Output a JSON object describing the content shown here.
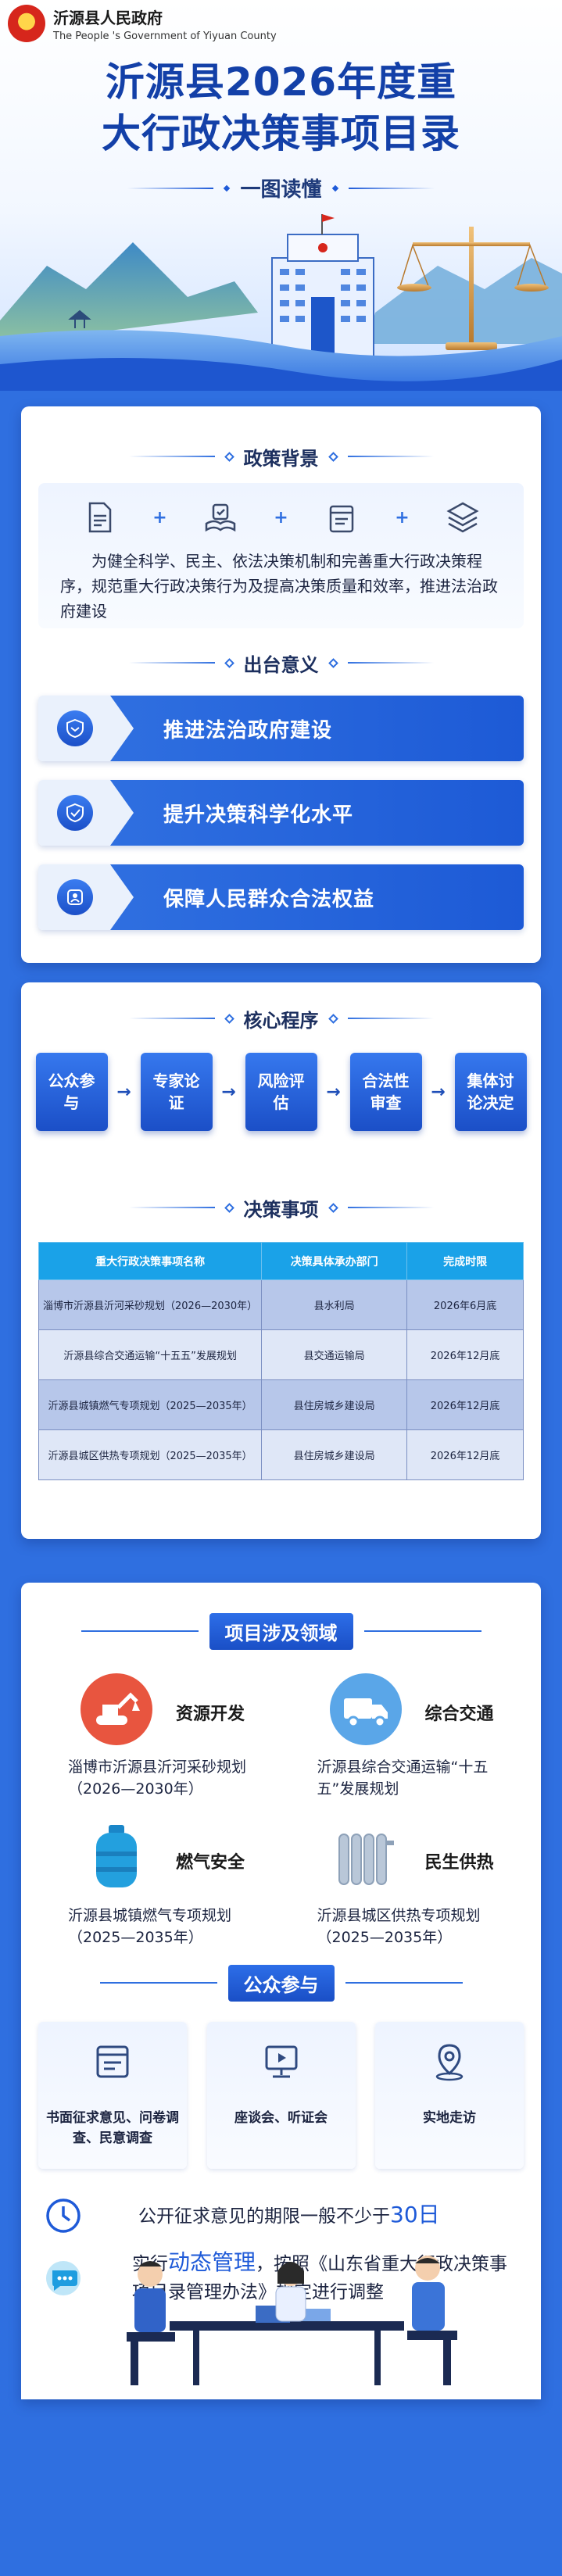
{
  "header": {
    "gov_name": "沂源县人民政府",
    "gov_en": "The People 's Government of Yiyuan County"
  },
  "hero": {
    "title_line1": "沂源县2026年度重",
    "title_line2": "大行政决策事项目录",
    "subtitle": "一图读懂"
  },
  "policy": {
    "title": "政策背景",
    "icons": [
      "document-icon",
      "book-icon",
      "clipboard-icon",
      "layers-icon"
    ],
    "text": "为健全科学、民主、依法决策机制和完善重大行政决策程序，规范重大行政决策行为及提高决策质量和效率，推进法治政府建设"
  },
  "significance": {
    "title": "出台意义",
    "items": [
      {
        "label": "推进法治政府建设",
        "icon": "shield-icon"
      },
      {
        "label": "提升决策科学化水平",
        "icon": "shield-check-icon"
      },
      {
        "label": "保障人民群众合法权益",
        "icon": "badge-icon"
      }
    ]
  },
  "procedure": {
    "title": "核心程序",
    "steps": [
      "公众参与",
      "专家论证",
      "风险评估",
      "合法性审查",
      "集体讨论决定"
    ]
  },
  "decisions": {
    "title": "决策事项",
    "headers": [
      "重大行政决策事项名称",
      "决策具体承办部门",
      "完成时限"
    ],
    "rows": [
      [
        "淄博市沂源县沂河采砂规划（2026—2030年）",
        "县水利局",
        "2026年6月底"
      ],
      [
        "沂源县综合交通运输“十五五”发展规划",
        "县交通运输局",
        "2026年12月底"
      ],
      [
        "沂源县城镇燃气专项规划（2025—2035年）",
        "县住房城乡建设局",
        "2026年12月底"
      ],
      [
        "沂源县城区供热专项规划（2025—2035年）",
        "县住房城乡建设局",
        "2026年12月底"
      ]
    ]
  },
  "domains": {
    "title": "项目涉及领域",
    "items": [
      {
        "name": "资源开发",
        "desc": "淄博市沂源县沂河采砂规划（2026—2030年）",
        "icon": "excavator-icon"
      },
      {
        "name": "综合交通",
        "desc": "沂源县综合交通运输“十五五”发展规划",
        "icon": "truck-icon"
      },
      {
        "name": "燃气安全",
        "desc": "沂源县城镇燃气专项规划（2025—2035年）",
        "icon": "gas-cylinder-icon"
      },
      {
        "name": "民生供热",
        "desc": "沂源县城区供热专项规划（2025—2035年）",
        "icon": "radiator-icon"
      }
    ]
  },
  "participation": {
    "title": "公众参与",
    "items": [
      {
        "label": "书面征求意见、问卷调查、民意调查",
        "icon": "form-icon"
      },
      {
        "label": "座谈会、听证会",
        "icon": "screen-icon"
      },
      {
        "label": "实地走访",
        "icon": "location-icon"
      }
    ]
  },
  "notes": {
    "note1_pre": "公开征求意见的期限一般不少于",
    "note1_hl": "30日",
    "note2_pre": "实行",
    "note2_hl": "动态管理",
    "note2_post": "，按照《山东省重大行政决策事项目录管理办法》规定进行调整"
  },
  "colors": {
    "primary": "#2f6fe0",
    "title_blue": "#1340a8",
    "table_header": "#1aa2e8",
    "emblem_red": "#d6261c"
  }
}
